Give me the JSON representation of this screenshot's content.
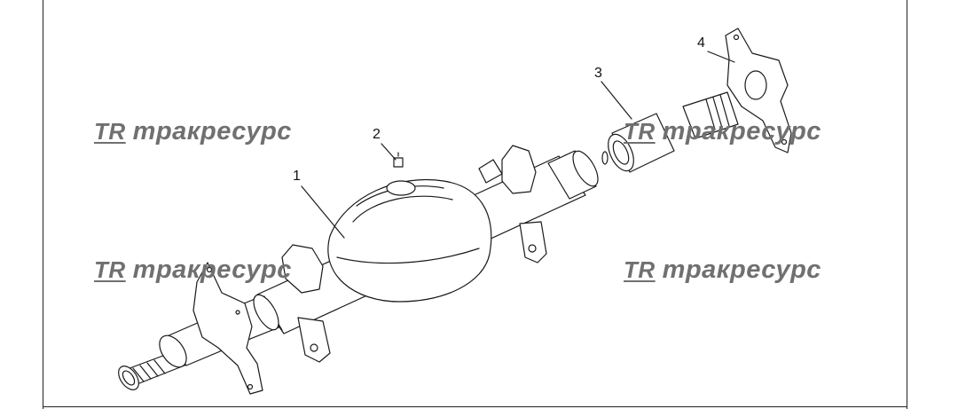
{
  "diagram": {
    "callouts": [
      {
        "id": "axle-housing",
        "label": "1"
      },
      {
        "id": "breather-plug",
        "label": "2"
      },
      {
        "id": "hub-spacer",
        "label": "3"
      },
      {
        "id": "axle-shaft-flange",
        "label": "4"
      }
    ]
  },
  "watermark": {
    "logo": "TR",
    "text": "тракресурс"
  }
}
